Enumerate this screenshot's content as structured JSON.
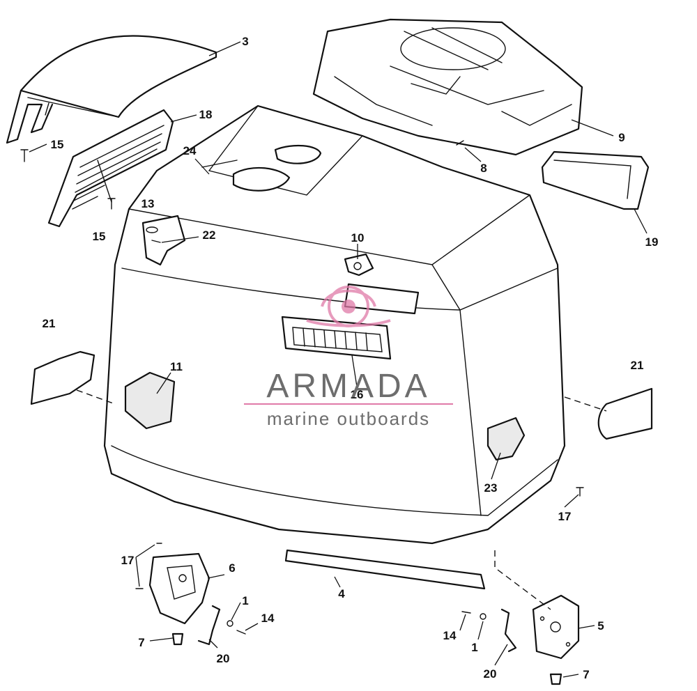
{
  "watermark": {
    "brand": "ARMADA",
    "tagline": "marine outboards",
    "accent_color": "#e07aa8",
    "text_color": "#6d6d6d"
  },
  "callouts": [
    {
      "id": "c3",
      "text": "3"
    },
    {
      "id": "c18",
      "text": "18"
    },
    {
      "id": "c15a",
      "text": "15"
    },
    {
      "id": "c15b",
      "text": "15"
    },
    {
      "id": "c24",
      "text": "24"
    },
    {
      "id": "c13",
      "text": "13"
    },
    {
      "id": "c22",
      "text": "22"
    },
    {
      "id": "c9",
      "text": "9"
    },
    {
      "id": "c8",
      "text": "8"
    },
    {
      "id": "c19",
      "text": "19"
    },
    {
      "id": "c10",
      "text": "10"
    },
    {
      "id": "c21a",
      "text": "21"
    },
    {
      "id": "c21b",
      "text": "21"
    },
    {
      "id": "c11",
      "text": "11"
    },
    {
      "id": "c16",
      "text": "16"
    },
    {
      "id": "c23",
      "text": "23"
    },
    {
      "id": "c17a",
      "text": "17"
    },
    {
      "id": "c17b",
      "text": "17"
    },
    {
      "id": "c6",
      "text": "6"
    },
    {
      "id": "c4",
      "text": "4"
    },
    {
      "id": "c1a",
      "text": "1"
    },
    {
      "id": "c14a",
      "text": "14"
    },
    {
      "id": "c7a",
      "text": "7"
    },
    {
      "id": "c20a",
      "text": "20"
    },
    {
      "id": "c14b",
      "text": "14"
    },
    {
      "id": "c1b",
      "text": "1"
    },
    {
      "id": "c20b",
      "text": "20"
    },
    {
      "id": "c5",
      "text": "5"
    },
    {
      "id": "c7b",
      "text": "7"
    }
  ]
}
